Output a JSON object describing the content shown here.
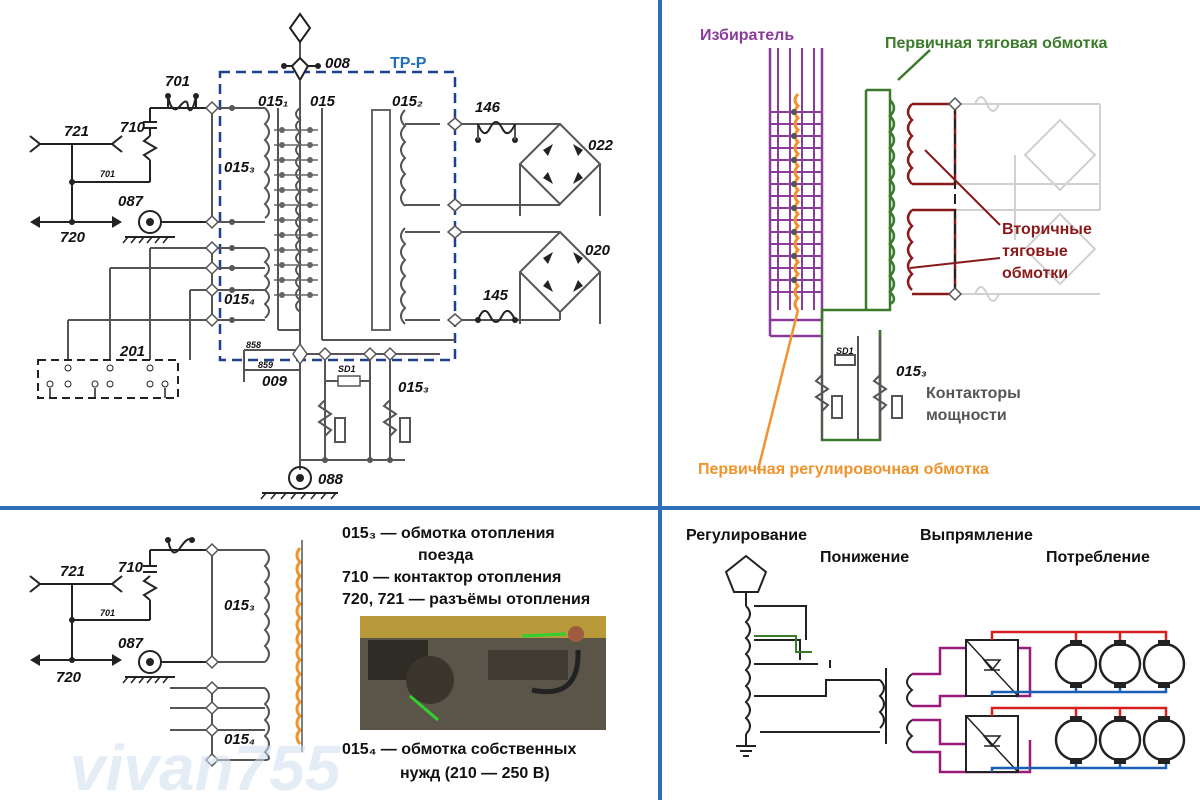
{
  "labels": {
    "tl": {
      "n721": "721",
      "n720": "720",
      "n710": "710",
      "n701a": "701",
      "n701b": "701",
      "n087": "087",
      "n088": "088",
      "n008": "008",
      "n201": "201",
      "n015_1": "015₁",
      "n015": "015",
      "n015_2": "015₂",
      "n015_3": "015₃",
      "n015_4": "015₄",
      "n146": "146",
      "n145": "145",
      "n022": "022",
      "n020": "020",
      "n858": "858",
      "n859": "859",
      "n009": "009",
      "sd1": "SD1",
      "n015_3b": "015₃",
      "trp": "ТР-Р"
    },
    "tr": {
      "selector": "Избиратель",
      "primary_traction": "Первичная тяговая обмотка",
      "secondary_traction_1": "Вторичные",
      "secondary_traction_2": "тяговые",
      "secondary_traction_3": "обмотки",
      "contactors_1": "Контакторы",
      "contactors_2": "мощности",
      "primary_reg": "Первичная регулировочная обмотка",
      "sd1": "SD1",
      "n015_3": "015₃"
    },
    "bl": {
      "n721": "721",
      "n720": "720",
      "n710": "710",
      "n701": "701",
      "n087": "087",
      "n015_3": "015₃",
      "n015_4": "015₄",
      "legend_015_3_a": "015₃ — обмотка отопления",
      "legend_015_3_b": "поезда",
      "legend_710": "710  — контактор отопления",
      "legend_720": "720, 721 — разъёмы отопления",
      "legend_015_4_a": "015₄ — обмотка собственных",
      "legend_015_4_b": "нужд (210 — 250 В)",
      "watermark": "vivan755"
    },
    "br": {
      "regulation": "Регулирование",
      "rectification": "Выпрямление",
      "stepdown": "Понижение",
      "consumption": "Потребление"
    }
  },
  "colors": {
    "divider": "#2e6fb8",
    "trp_box": "#1f3f8f",
    "selector": "#8a3a9a",
    "primary_traction": "#3a7a2a",
    "secondary_traction": "#8a1a1a",
    "contactors": "#555555",
    "primary_reg": "#f0932b",
    "red_bus": "#d62020",
    "blue_bus": "#1a5fb4",
    "purple": "#9a1a7a"
  }
}
